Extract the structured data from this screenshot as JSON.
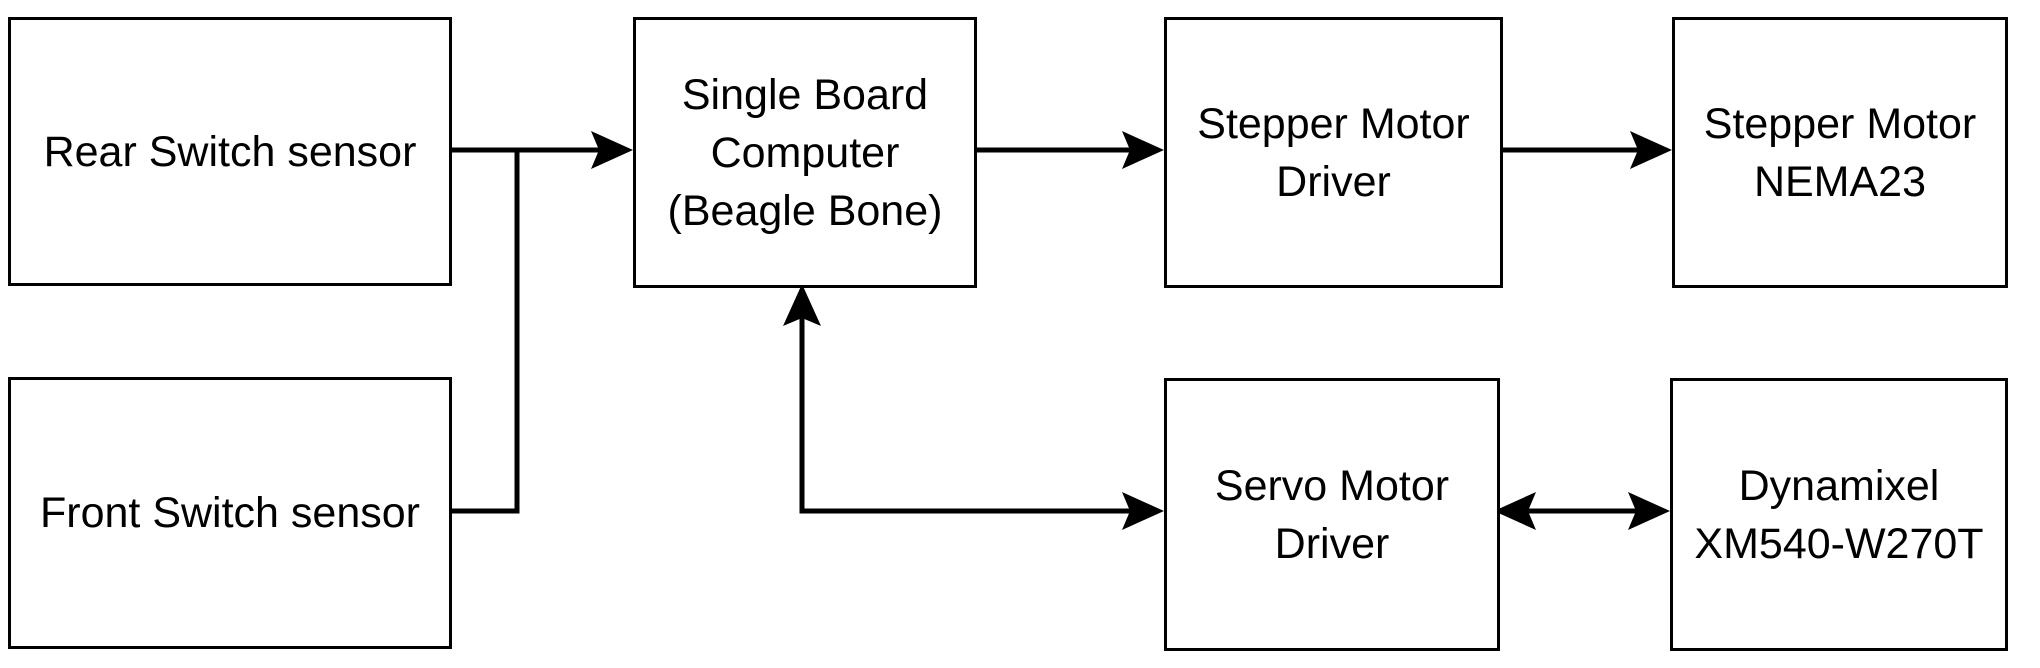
{
  "diagram": {
    "colors": {
      "background": "#ffffff",
      "box_fill": "#ffffff",
      "box_border": "#000000",
      "line": "#000000",
      "text": "#000000"
    },
    "nodes": {
      "rear_switch": {
        "lines": [
          "Rear Switch sensor"
        ]
      },
      "front_switch": {
        "lines": [
          "Front Switch sensor"
        ]
      },
      "sbc": {
        "lines": [
          "Single Board",
          "Computer",
          "(Beagle Bone)"
        ]
      },
      "stepper_driver": {
        "lines": [
          "Stepper Motor",
          "Driver"
        ]
      },
      "stepper_motor": {
        "lines": [
          "Stepper Motor",
          "NEMA23"
        ]
      },
      "servo_driver": {
        "lines": [
          "Servo Motor",
          "Driver"
        ]
      },
      "dynamixel": {
        "lines": [
          "Dynamixel",
          "XM540-W270T"
        ]
      }
    },
    "edges": [
      {
        "from": "Rear Switch sensor",
        "to": "Single Board Computer (Beagle Bone)",
        "direction": "one-way"
      },
      {
        "from": "Front Switch sensor",
        "to": "Single Board Computer (Beagle Bone)",
        "direction": "one-way"
      },
      {
        "from": "Single Board Computer (Beagle Bone)",
        "to": "Stepper Motor Driver",
        "direction": "one-way"
      },
      {
        "from": "Stepper Motor Driver",
        "to": "Stepper Motor NEMA23",
        "direction": "one-way"
      },
      {
        "from": "Single Board Computer (Beagle Bone)",
        "to": "Servo Motor Driver",
        "direction": "two-way"
      },
      {
        "from": "Servo Motor Driver",
        "to": "Dynamixel XM540-W270T",
        "direction": "two-way"
      }
    ]
  }
}
